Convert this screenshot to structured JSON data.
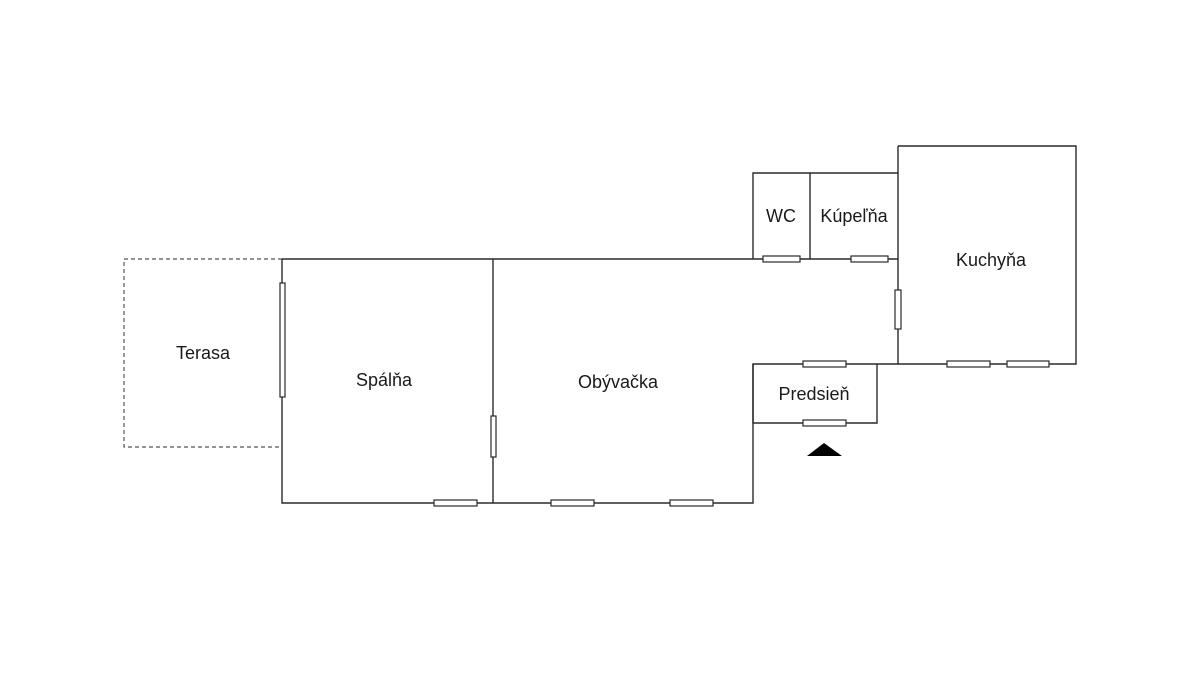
{
  "floor_plan": {
    "rooms": {
      "terasa": "Terasa",
      "spalna": "Spálňa",
      "obyvacka": "Obývačka",
      "wc": "WC",
      "kupelna": "Kúpeľňa",
      "kuchyna": "Kuchyňa",
      "predsien": "Predsieň"
    },
    "entrance_marker": "entrance-arrow-icon"
  }
}
